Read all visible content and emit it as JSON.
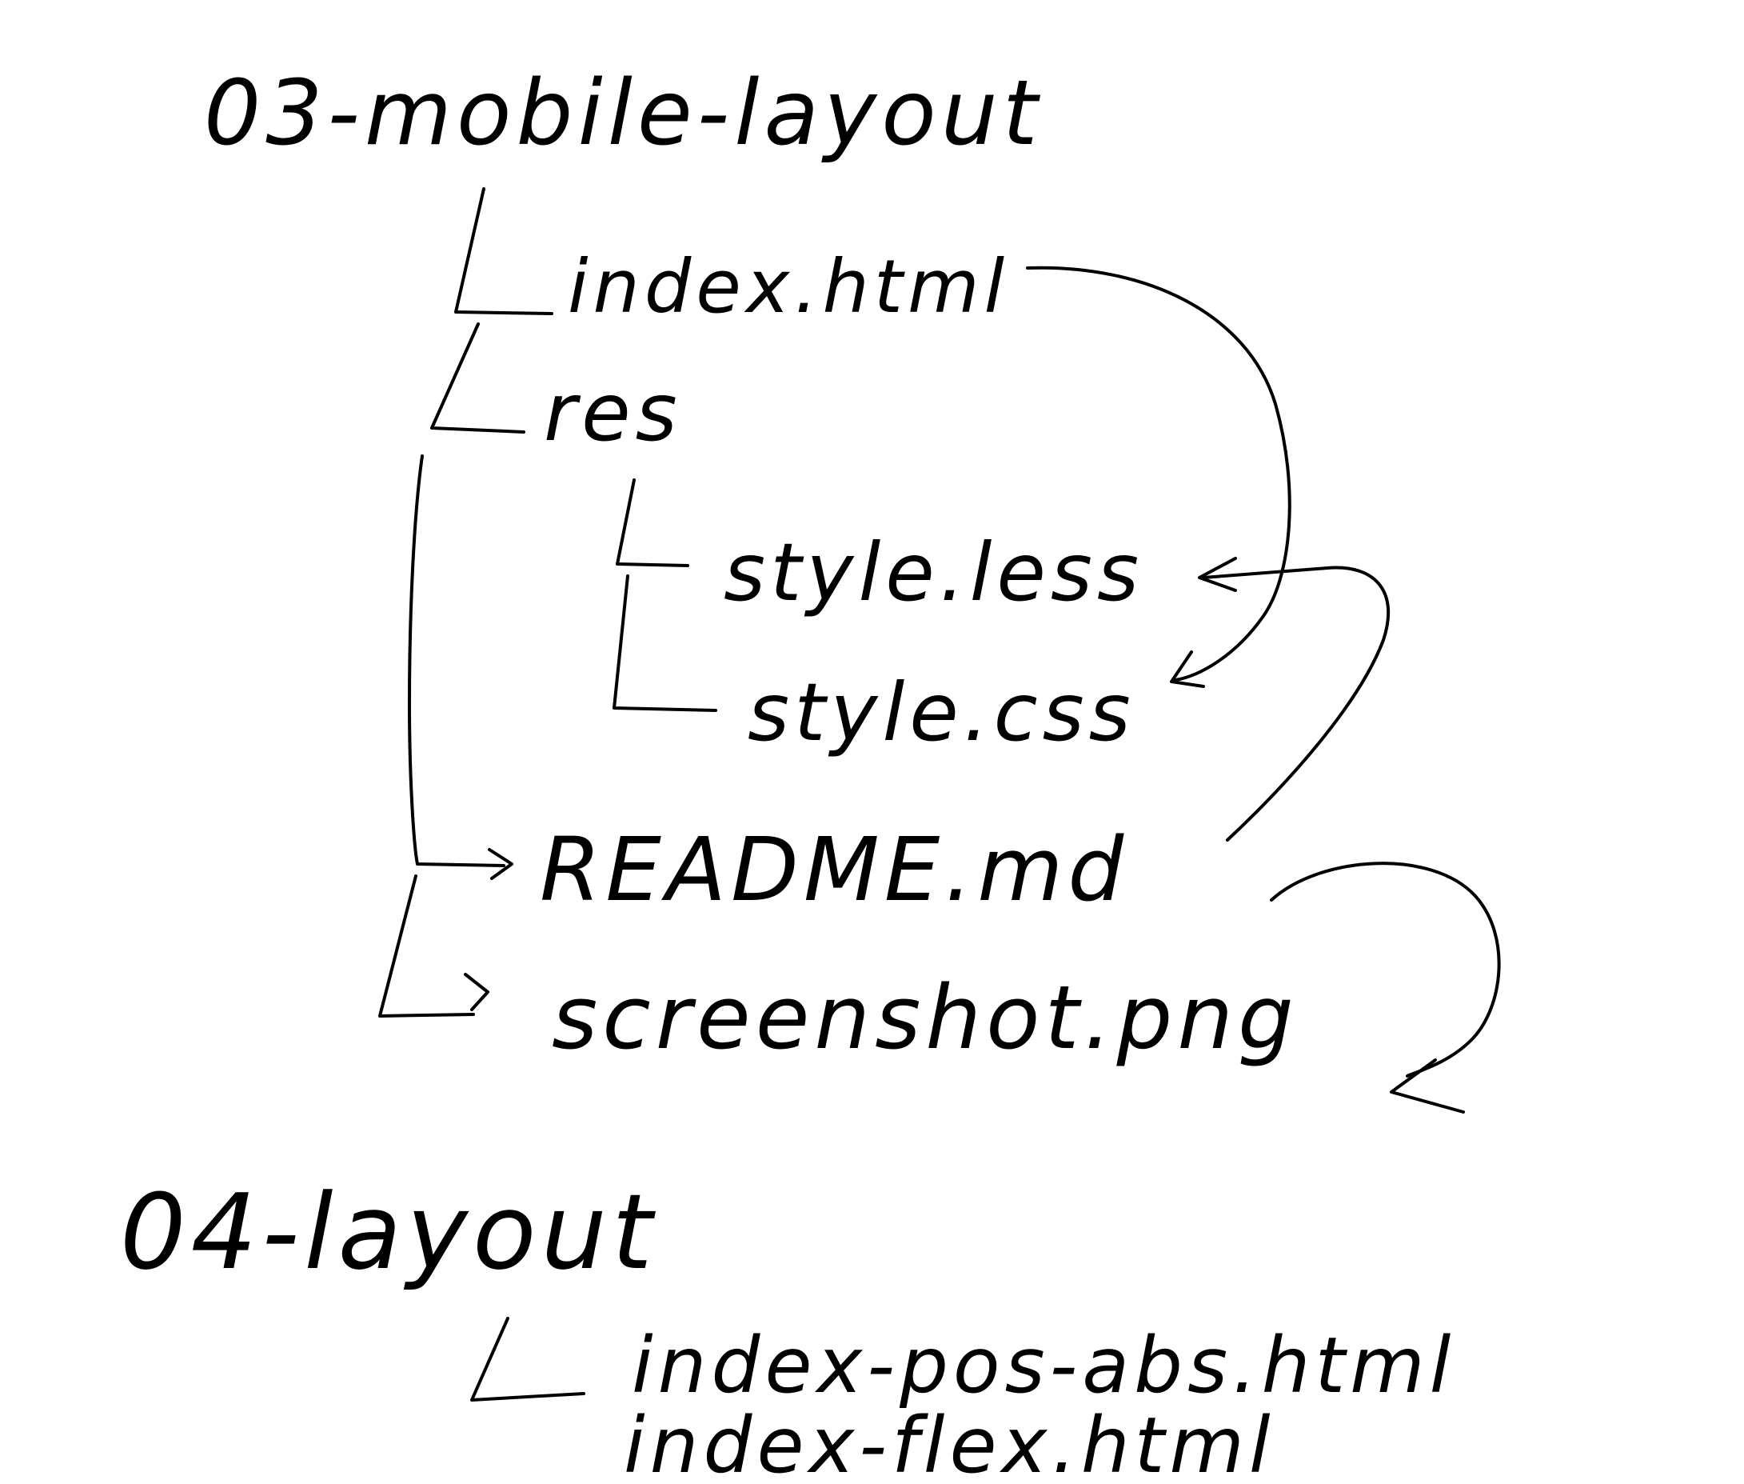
{
  "colors": {
    "background": "#ffffff",
    "ink": "#000000"
  },
  "tree": {
    "folder1": {
      "name": "03-mobile-layout",
      "index_html": "index.html",
      "res": {
        "name": "res",
        "style_less": "style.less",
        "style_css": "style.css"
      },
      "readme": "README.md",
      "screenshot": "screenshot.png"
    },
    "folder2": {
      "name": "04-layout",
      "index_pos_abs": "index-pos-abs.html",
      "index_flex": "index-flex.html"
    }
  }
}
